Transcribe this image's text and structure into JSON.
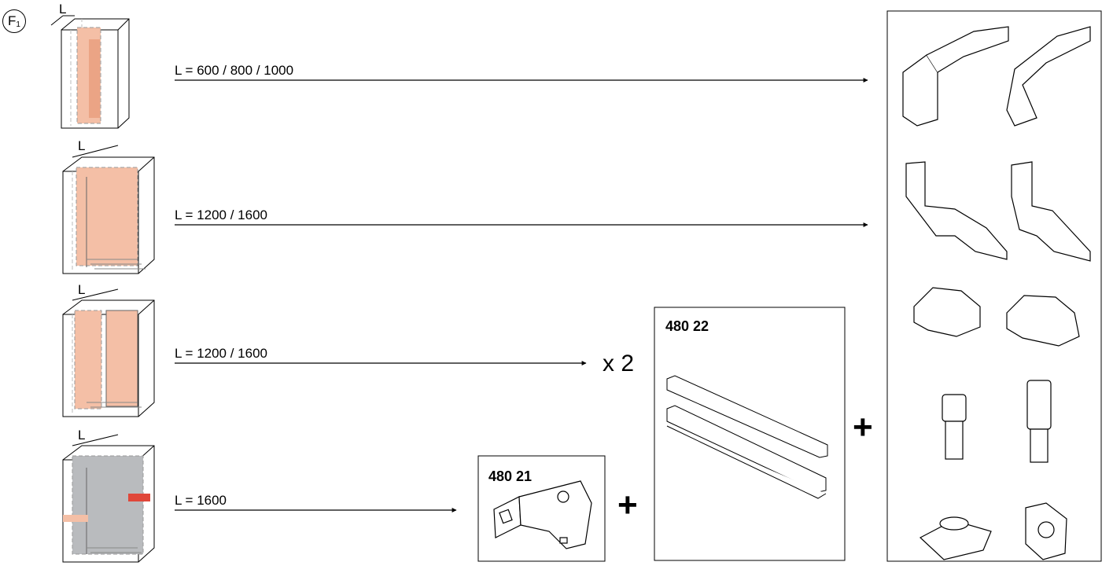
{
  "figure_marker": "F",
  "figure_marker_sub": "1",
  "dimension_symbol": "L",
  "rows": [
    {
      "label": "L = 600 / 800 / 1000"
    },
    {
      "label": "L = 1200 / 1600"
    },
    {
      "label": "L = 1200 / 1600"
    },
    {
      "label": "L = 1600"
    }
  ],
  "multiplier": "x 2",
  "plus_sign": "+",
  "kits": [
    {
      "code": "480 22"
    },
    {
      "code": "480 21"
    }
  ],
  "colors": {
    "panel": "#f4bfa6",
    "grey_panel": "#b9bbbe",
    "red_bracket": "#e0473a",
    "line": "#000000"
  }
}
